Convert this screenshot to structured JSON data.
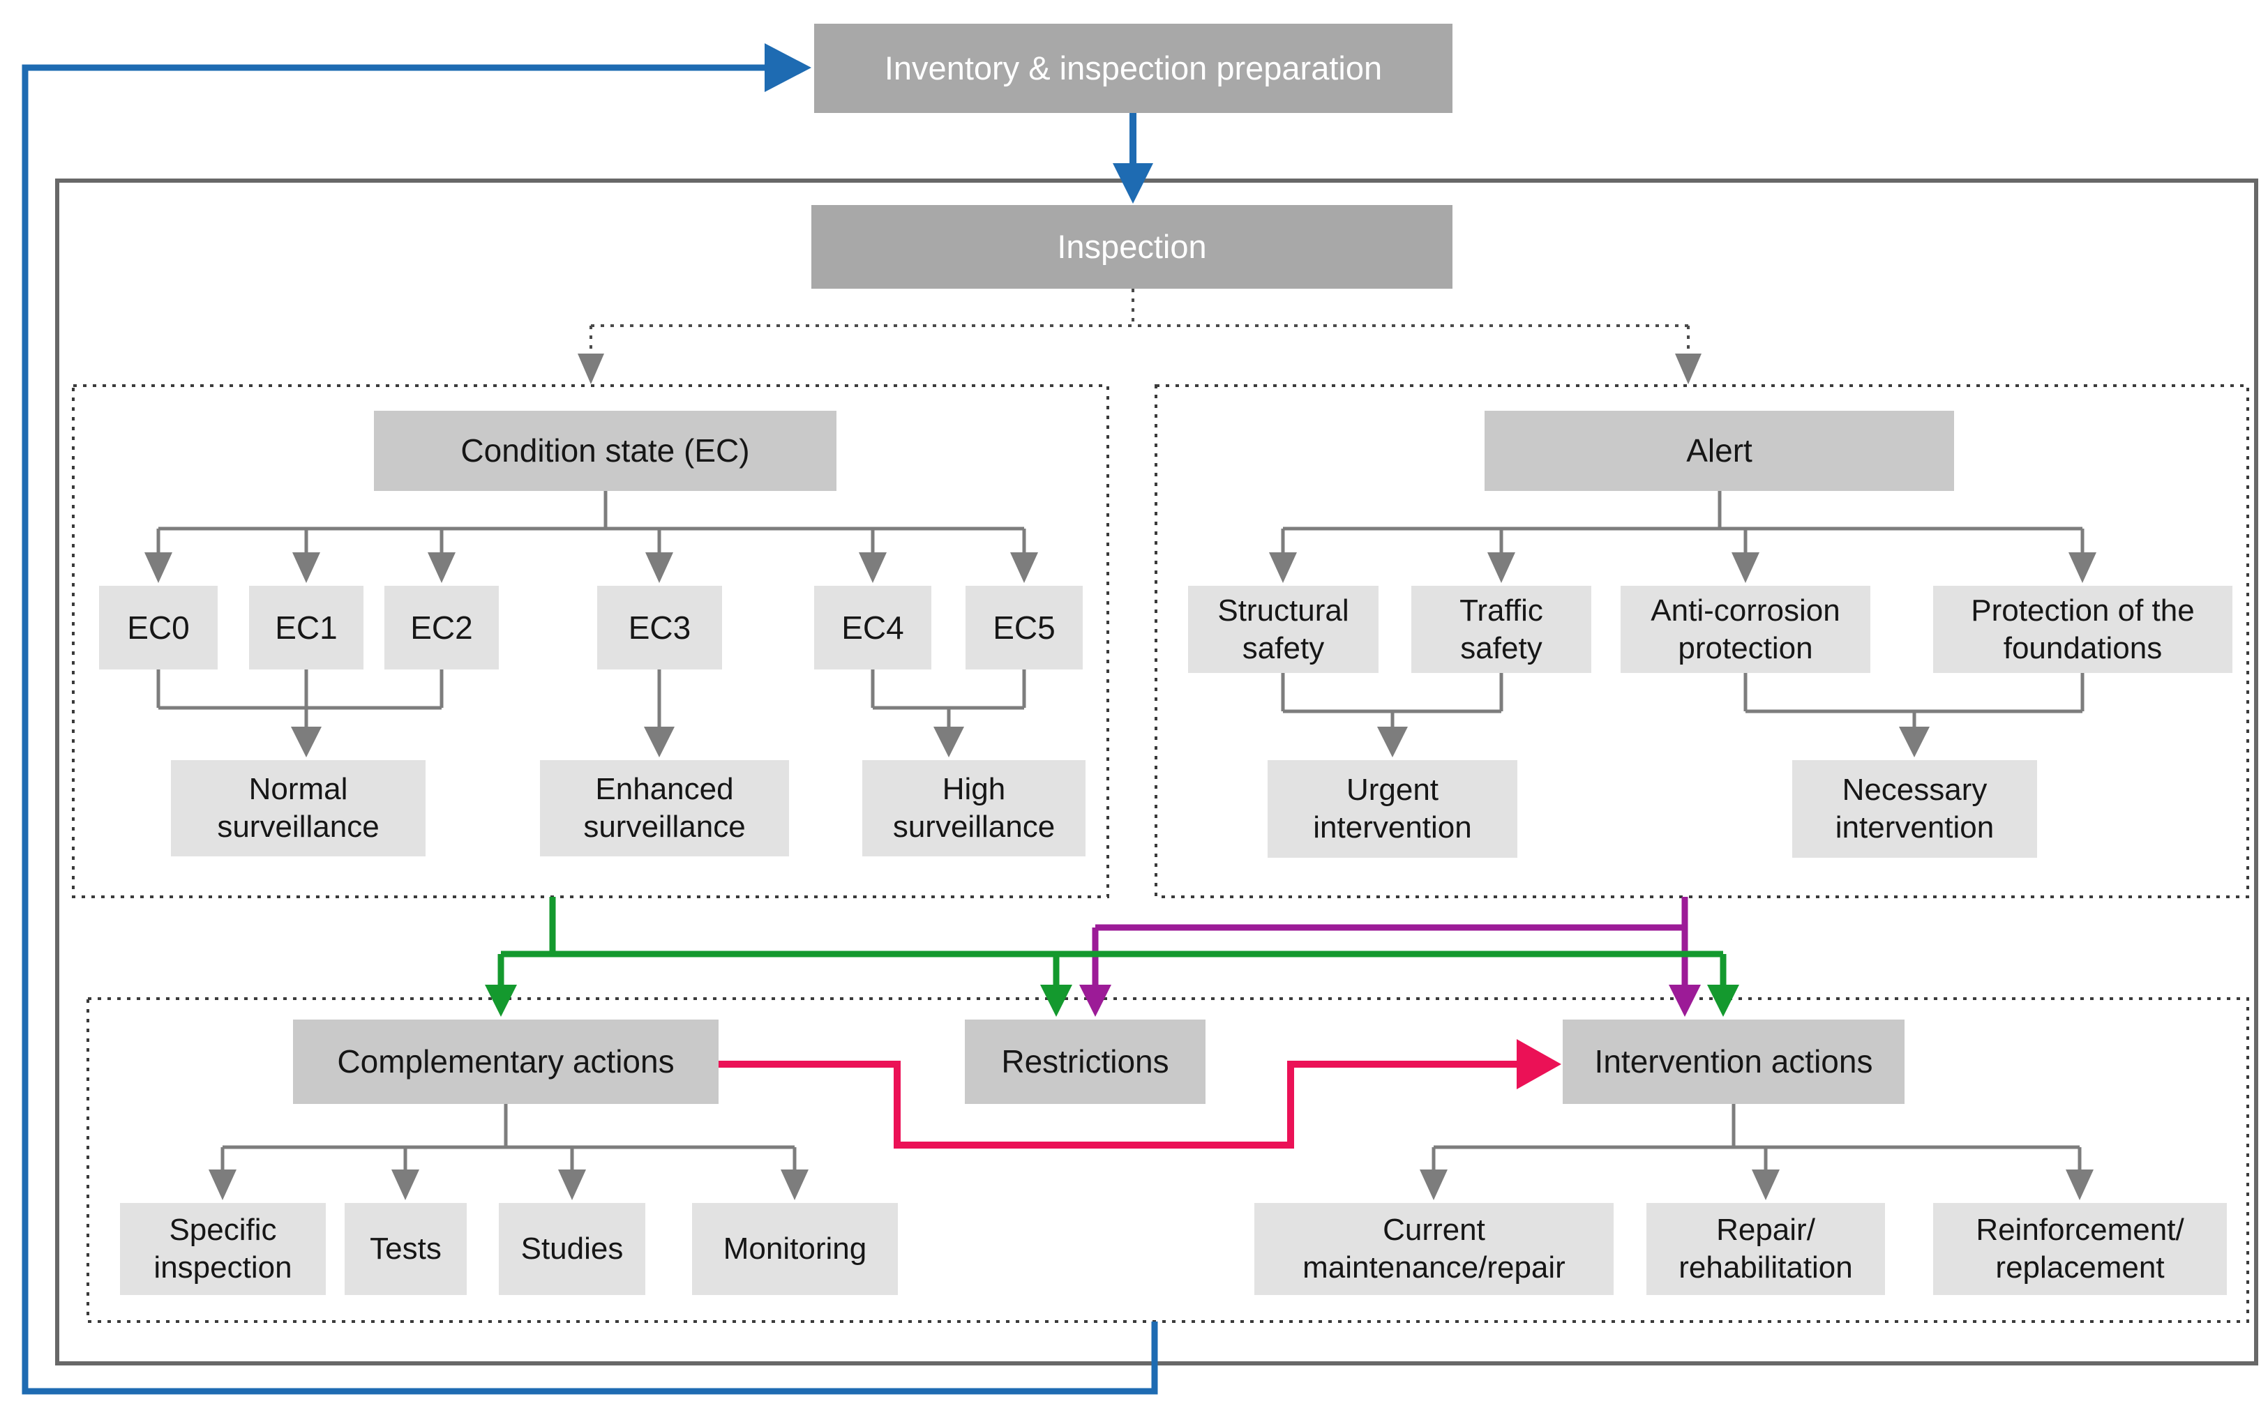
{
  "colors": {
    "flow_blue": "#1e6bb2",
    "flow_green": "#14992e",
    "flow_purple": "#9c1b97",
    "flow_pink": "#eb1156",
    "connector_gray": "#7d7d7d",
    "box_dark_gray": "#a8a8a8",
    "box_mid_gray": "#c9c9c9",
    "box_light_gray": "#e2e2e2",
    "dotted_border": "#3a3a3a",
    "outer_border": "#686868"
  },
  "nodes": {
    "inventory": {
      "label": "Inventory & inspection preparation"
    },
    "inspection": {
      "label": "Inspection"
    },
    "condition_state": {
      "label": "Condition state (EC)"
    },
    "alert": {
      "label": "Alert"
    },
    "ec0": {
      "label": "EC0"
    },
    "ec1": {
      "label": "EC1"
    },
    "ec2": {
      "label": "EC2"
    },
    "ec3": {
      "label": "EC3"
    },
    "ec4": {
      "label": "EC4"
    },
    "ec5": {
      "label": "EC5"
    },
    "normal_surveillance": {
      "label": "Normal\nsurveillance"
    },
    "enhanced_surveillance": {
      "label": "Enhanced\nsurveillance"
    },
    "high_surveillance": {
      "label": "High\nsurveillance"
    },
    "structural_safety": {
      "label": "Structural\nsafety"
    },
    "traffic_safety": {
      "label": "Traffic\nsafety"
    },
    "anti_corrosion": {
      "label": "Anti-corrosion\nprotection"
    },
    "foundations": {
      "label": "Protection of the\nfoundations"
    },
    "urgent_intervention": {
      "label": "Urgent\nintervention"
    },
    "necessary_intervention": {
      "label": "Necessary\nintervention"
    },
    "complementary_actions": {
      "label": "Complementary actions"
    },
    "restrictions": {
      "label": "Restrictions"
    },
    "intervention_actions": {
      "label": "Intervention actions"
    },
    "specific_inspection": {
      "label": "Specific\ninspection"
    },
    "tests": {
      "label": "Tests"
    },
    "studies": {
      "label": "Studies"
    },
    "monitoring": {
      "label": "Monitoring"
    },
    "current_maintenance": {
      "label": "Current\nmaintenance/repair"
    },
    "repair_rehabilitation": {
      "label": "Repair/\nrehabilitation"
    },
    "reinforcement_replacement": {
      "label": "Reinforcement/\nreplacement"
    }
  },
  "edges": [
    {
      "from": "inventory",
      "to": "inspection",
      "color": "blue"
    },
    {
      "from": "actions_section",
      "to": "inventory",
      "color": "blue"
    },
    {
      "from": "inspection",
      "to": "condition_state",
      "color": "dotted-gray"
    },
    {
      "from": "inspection",
      "to": "alert",
      "color": "dotted-gray"
    },
    {
      "from": "condition_state",
      "to": "ec0",
      "color": "gray"
    },
    {
      "from": "condition_state",
      "to": "ec1",
      "color": "gray"
    },
    {
      "from": "condition_state",
      "to": "ec2",
      "color": "gray"
    },
    {
      "from": "condition_state",
      "to": "ec3",
      "color": "gray"
    },
    {
      "from": "condition_state",
      "to": "ec4",
      "color": "gray"
    },
    {
      "from": "condition_state",
      "to": "ec5",
      "color": "gray"
    },
    {
      "from": "ec0+ec1+ec2",
      "to": "normal_surveillance",
      "color": "gray"
    },
    {
      "from": "ec3",
      "to": "enhanced_surveillance",
      "color": "gray"
    },
    {
      "from": "ec4+ec5",
      "to": "high_surveillance",
      "color": "gray"
    },
    {
      "from": "alert",
      "to": "structural_safety",
      "color": "gray"
    },
    {
      "from": "alert",
      "to": "traffic_safety",
      "color": "gray"
    },
    {
      "from": "alert",
      "to": "anti_corrosion",
      "color": "gray"
    },
    {
      "from": "alert",
      "to": "foundations",
      "color": "gray"
    },
    {
      "from": "structural_safety+traffic_safety",
      "to": "urgent_intervention",
      "color": "gray"
    },
    {
      "from": "anti_corrosion+foundations",
      "to": "necessary_intervention",
      "color": "gray"
    },
    {
      "from": "condition_state_section",
      "to": "complementary_actions",
      "color": "green"
    },
    {
      "from": "condition_state_section",
      "to": "restrictions",
      "color": "green"
    },
    {
      "from": "condition_state_section",
      "to": "intervention_actions",
      "color": "green"
    },
    {
      "from": "alert_section",
      "to": "restrictions",
      "color": "purple"
    },
    {
      "from": "alert_section",
      "to": "intervention_actions",
      "color": "purple"
    },
    {
      "from": "complementary_actions",
      "to": "intervention_actions",
      "color": "pink"
    },
    {
      "from": "complementary_actions",
      "to": "specific_inspection",
      "color": "gray"
    },
    {
      "from": "complementary_actions",
      "to": "tests",
      "color": "gray"
    },
    {
      "from": "complementary_actions",
      "to": "studies",
      "color": "gray"
    },
    {
      "from": "complementary_actions",
      "to": "monitoring",
      "color": "gray"
    },
    {
      "from": "intervention_actions",
      "to": "current_maintenance",
      "color": "gray"
    },
    {
      "from": "intervention_actions",
      "to": "repair_rehabilitation",
      "color": "gray"
    },
    {
      "from": "intervention_actions",
      "to": "reinforcement_replacement",
      "color": "gray"
    }
  ]
}
